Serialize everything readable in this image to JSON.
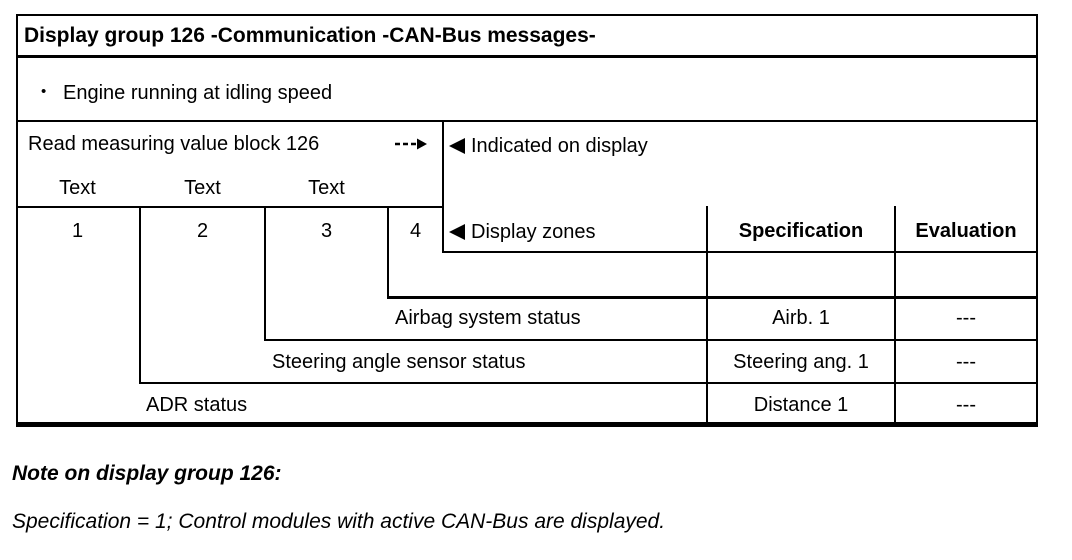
{
  "document": {
    "title_row": "Display group 126 -Communication -CAN-Bus messages-",
    "condition_row": {
      "bullet_icon": "•",
      "text": "Engine running at idling speed"
    },
    "read_row": {
      "instruction": "Read measuring value block 126",
      "arrow_right_icon": "⇢",
      "pointer_left_icon": "◄",
      "indicated_label": "Indicated on display"
    },
    "text_labels": [
      "Text",
      "Text",
      "Text"
    ],
    "zone_numbers": [
      "1",
      "2",
      "3",
      "4"
    ],
    "zones_header": {
      "display_zones_label": "Display zones",
      "specification": "Specification",
      "evaluation": "Evaluation"
    },
    "rows": [
      {
        "label": "Airbag system status",
        "specification": "Airb. 1",
        "evaluation": "---"
      },
      {
        "label": "Steering angle sensor status",
        "specification": "Steering ang. 1",
        "evaluation": "---"
      },
      {
        "label": "ADR status",
        "specification": "Distance 1",
        "evaluation": "---"
      }
    ],
    "note": {
      "title": "Note on display group 126:",
      "body": "Specification = 1; Control modules with active CAN-Bus are displayed."
    }
  }
}
